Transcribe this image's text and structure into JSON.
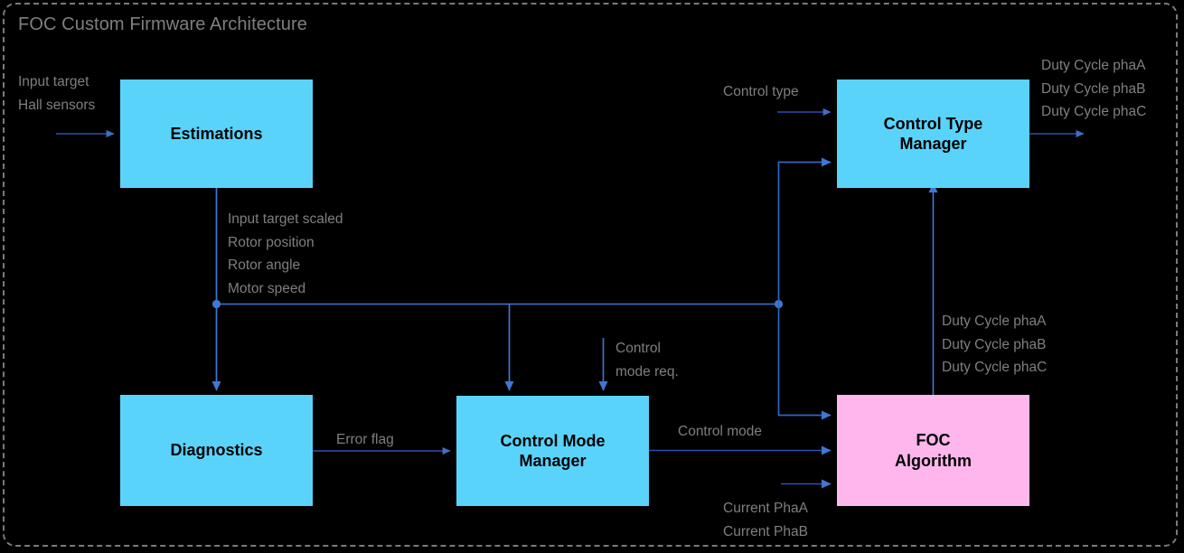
{
  "diagram": {
    "title": "FOC Custom Firmware Architecture",
    "colors": {
      "block_blue": "#5ad3fb",
      "block_pink": "#ffb6ec",
      "wire_blue": "#2f66c8",
      "wire_light_blue": "#4a8fe0",
      "label_gray": "#7f7f7f",
      "frame_gray": "#7a7a7a",
      "background": "#000000"
    },
    "blocks": [
      {
        "id": "estimations",
        "label": "Estimations",
        "color": "blue"
      },
      {
        "id": "diagnostics",
        "label": "Diagnostics",
        "color": "blue"
      },
      {
        "id": "control-mode-manager",
        "label": "Control Mode\nManager",
        "line1": "Control Mode",
        "line2": "Manager",
        "color": "blue"
      },
      {
        "id": "control-type-manager",
        "label": "Control Type\nManager",
        "line1": "Control Type",
        "line2": "Manager",
        "color": "blue"
      },
      {
        "id": "foc-algorithm",
        "label": "FOC\nAlgorithm",
        "line1": "FOC",
        "line2": "Algorithm",
        "color": "pink"
      }
    ],
    "signals": {
      "estimations_input_1": "Input target",
      "estimations_input_2": "Hall sensors",
      "estimations_output_1": "Input target scaled",
      "estimations_output_2": "Rotor position",
      "estimations_output_3": "Rotor angle",
      "estimations_output_4": "Motor speed",
      "control_type_input": "Control type",
      "ctm_output_1": "Duty Cycle phaA",
      "ctm_output_2": "Duty Cycle phaB",
      "ctm_output_3": "Duty Cycle phaC",
      "foc_output_1": "Duty Cycle phaA",
      "foc_output_2": "Duty Cycle phaB",
      "foc_output_3": "Duty Cycle phaC",
      "error_flag": "Error flag",
      "control_mode_req_1": "Control",
      "control_mode_req_2": "mode req.",
      "control_mode": "Control mode",
      "current_phaa": "Current PhaA",
      "current_phab": "Current PhaB"
    }
  }
}
